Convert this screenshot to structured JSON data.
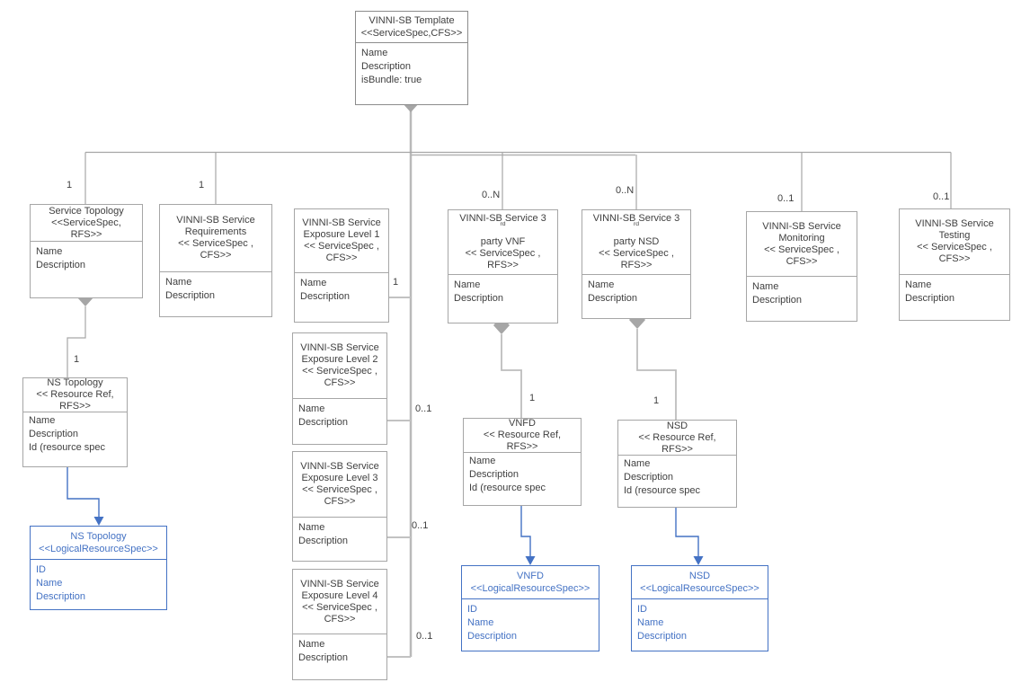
{
  "diagram": {
    "colors": {
      "box_border": "#a6a6a6",
      "connector_gray": "#a6a6a6",
      "trunk_gray": "#b7b7b7",
      "text": "#404040",
      "accent_blue": "#4472c4",
      "diamond_fill": "#a6a6a6"
    },
    "boxes": {
      "template": {
        "title": [
          "VINNI-SB Template",
          "<<ServiceSpec,CFS>>"
        ],
        "attrs": [
          "Name",
          "Description",
          "isBundle: true"
        ]
      },
      "service_topology": {
        "title": [
          "Service Topology",
          "<<ServiceSpec,",
          "RFS>>"
        ],
        "attrs": [
          "Name",
          "Description"
        ]
      },
      "requirements": {
        "title": [
          "VINNI-SB Service",
          "Requirements",
          "<< ServiceSpec ,",
          "CFS>>"
        ],
        "attrs": [
          "Name",
          "Description"
        ]
      },
      "exposure1": {
        "title": [
          "VINNI-SB Service",
          "Exposure Level 1",
          "<< ServiceSpec ,",
          "CFS>>"
        ],
        "attrs": [
          "Name",
          "Description"
        ]
      },
      "vnf_3rd_party": {
        "title": [
          "VINNI-SB Service 3rd",
          "party VNF",
          "<< ServiceSpec ,",
          "RFS>>"
        ],
        "attrs": [
          "Name",
          "Description"
        ]
      },
      "nsd_3rd_party": {
        "title": [
          "VINNI-SB Service 3rd",
          "party NSD",
          "<< ServiceSpec ,",
          "RFS>>"
        ],
        "attrs": [
          "Name",
          "Description"
        ]
      },
      "monitoring": {
        "title": [
          "VINNI-SB Service",
          "Monitoring",
          "<< ServiceSpec ,",
          "CFS>>"
        ],
        "attrs": [
          "Name",
          "Description"
        ]
      },
      "testing": {
        "title": [
          "VINNI-SB Service",
          "Testing",
          "<< ServiceSpec ,",
          "CFS>>"
        ],
        "attrs": [
          "Name",
          "Description"
        ]
      },
      "exposure2": {
        "title": [
          "VINNI-SB Service",
          "Exposure Level 2",
          "<< ServiceSpec ,",
          "CFS>>"
        ],
        "attrs": [
          "Name",
          "Description"
        ]
      },
      "exposure3": {
        "title": [
          "VINNI-SB Service",
          "Exposure Level 3",
          "<< ServiceSpec ,",
          "CFS>>"
        ],
        "attrs": [
          "Name",
          "Description"
        ]
      },
      "exposure4": {
        "title": [
          "VINNI-SB Service",
          "Exposure Level 4",
          "<< ServiceSpec ,",
          "CFS>>"
        ],
        "attrs": [
          "Name",
          "Description"
        ]
      },
      "ns_topology_ref": {
        "title": [
          "NS Topology",
          "<< Resource Ref,",
          "RFS>>"
        ],
        "attrs": [
          "Name",
          "Description",
          "Id (resource spec"
        ]
      },
      "vnfd_ref": {
        "title": [
          "VNFD",
          "<< Resource Ref,",
          "RFS>>"
        ],
        "attrs": [
          "Name",
          "Description",
          "Id (resource spec"
        ]
      },
      "nsd_ref": {
        "title": [
          "NSD",
          "<< Resource Ref,",
          "RFS>>"
        ],
        "attrs": [
          "Name",
          "Description",
          "Id (resource spec"
        ]
      },
      "ns_topology_lrs": {
        "title": [
          "NS Topology",
          "<<LogicalResourceSpec>>"
        ],
        "attrs": [
          "ID",
          "Name",
          "Description"
        ]
      },
      "vnfd_lrs": {
        "title": [
          "VNFD",
          "<<LogicalResourceSpec>>"
        ],
        "attrs": [
          "ID",
          "Name",
          "Description"
        ]
      },
      "nsd_lrs": {
        "title": [
          "NSD",
          "<<LogicalResourceSpec>>"
        ],
        "attrs": [
          "ID",
          "Name",
          "Description"
        ]
      }
    },
    "multiplicities": {
      "service_topology": "1",
      "requirements": "1",
      "exposure1": "1",
      "vnf_3rd_party": "0..N",
      "nsd_3rd_party": "0..N",
      "monitoring": "0..1",
      "testing": "0..1",
      "ns_topology": "1",
      "exposure2": "0..1",
      "exposure3": "0..1",
      "exposure4": "0..1",
      "vnfd": "1",
      "nsd": "1"
    }
  }
}
